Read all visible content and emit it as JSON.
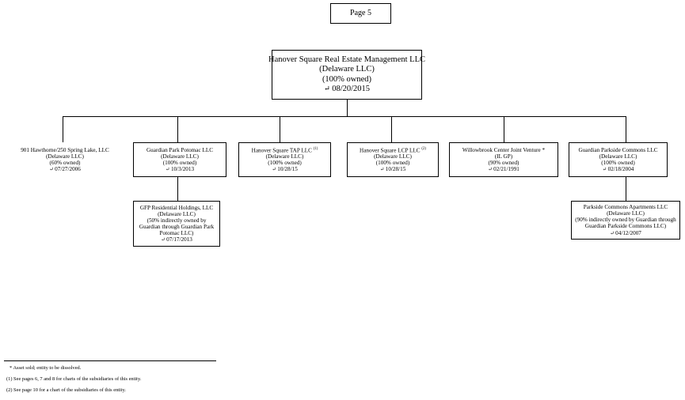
{
  "page_label": "Page 5",
  "root": {
    "name": "Hanover Square Real Estate Management LLC",
    "type": "(Delaware LLC)",
    "ownership": "(100% owned)",
    "date": "08/20/2015"
  },
  "children": [
    {
      "name": "901 Hawthorne/250 Spring Lake, LLC",
      "type": "(Delaware LLC)",
      "ownership": "(60% owned)",
      "date": "07/27/2006"
    },
    {
      "name": "Guardian Park Potomac LLC",
      "type": "(Delaware LLC)",
      "ownership": "(100% owned)",
      "date": "10/3/2013"
    },
    {
      "name": "Hanover Square TAP LLC",
      "note": "(1)",
      "type": "(Delaware LLC)",
      "ownership": "(100% owned)",
      "date": "10/28/15"
    },
    {
      "name": "Hanover Square LCP LLC",
      "note": "(2)",
      "type": "(Delaware LLC)",
      "ownership": "(100% owned)",
      "date": "10/28/15"
    },
    {
      "name": "Willowbrook Center Joint Venture *",
      "type": "(IL GP)",
      "ownership": "(90% owned)",
      "date": "02/21/1991"
    },
    {
      "name": "Guardian Parkside Commons LLC",
      "type": "(Delaware LLC)",
      "ownership": "(100% owned)",
      "date": "02/18/2004"
    }
  ],
  "grandchildren": [
    {
      "parent": "Guardian Park Potomac LLC",
      "name": "GFP Residential Holdings, LLC",
      "type": "(Delaware LLC)",
      "ownership": [
        "(50% indirectly owned by",
        "Guardian through Guardian Park",
        "Potomac LLC)"
      ],
      "date": "07/17/2013"
    },
    {
      "parent": "Guardian Parkside Commons LLC",
      "name": "Parkside Commons Apartments LLC",
      "type": "(Delaware LLC)",
      "ownership": [
        "(90% indirectly owned by Guardian through",
        "Guardian Parkside Commons LLC)"
      ],
      "date": "04/12/2007"
    }
  ],
  "footnotes": [
    "*  Asset sold; entity to be dissolved.",
    "(1)  See pages 6, 7 and 8 for charts of the subsidiaries of this entity.",
    "(2)  See page 10 for a chart of the subsidiaries of this entity."
  ]
}
